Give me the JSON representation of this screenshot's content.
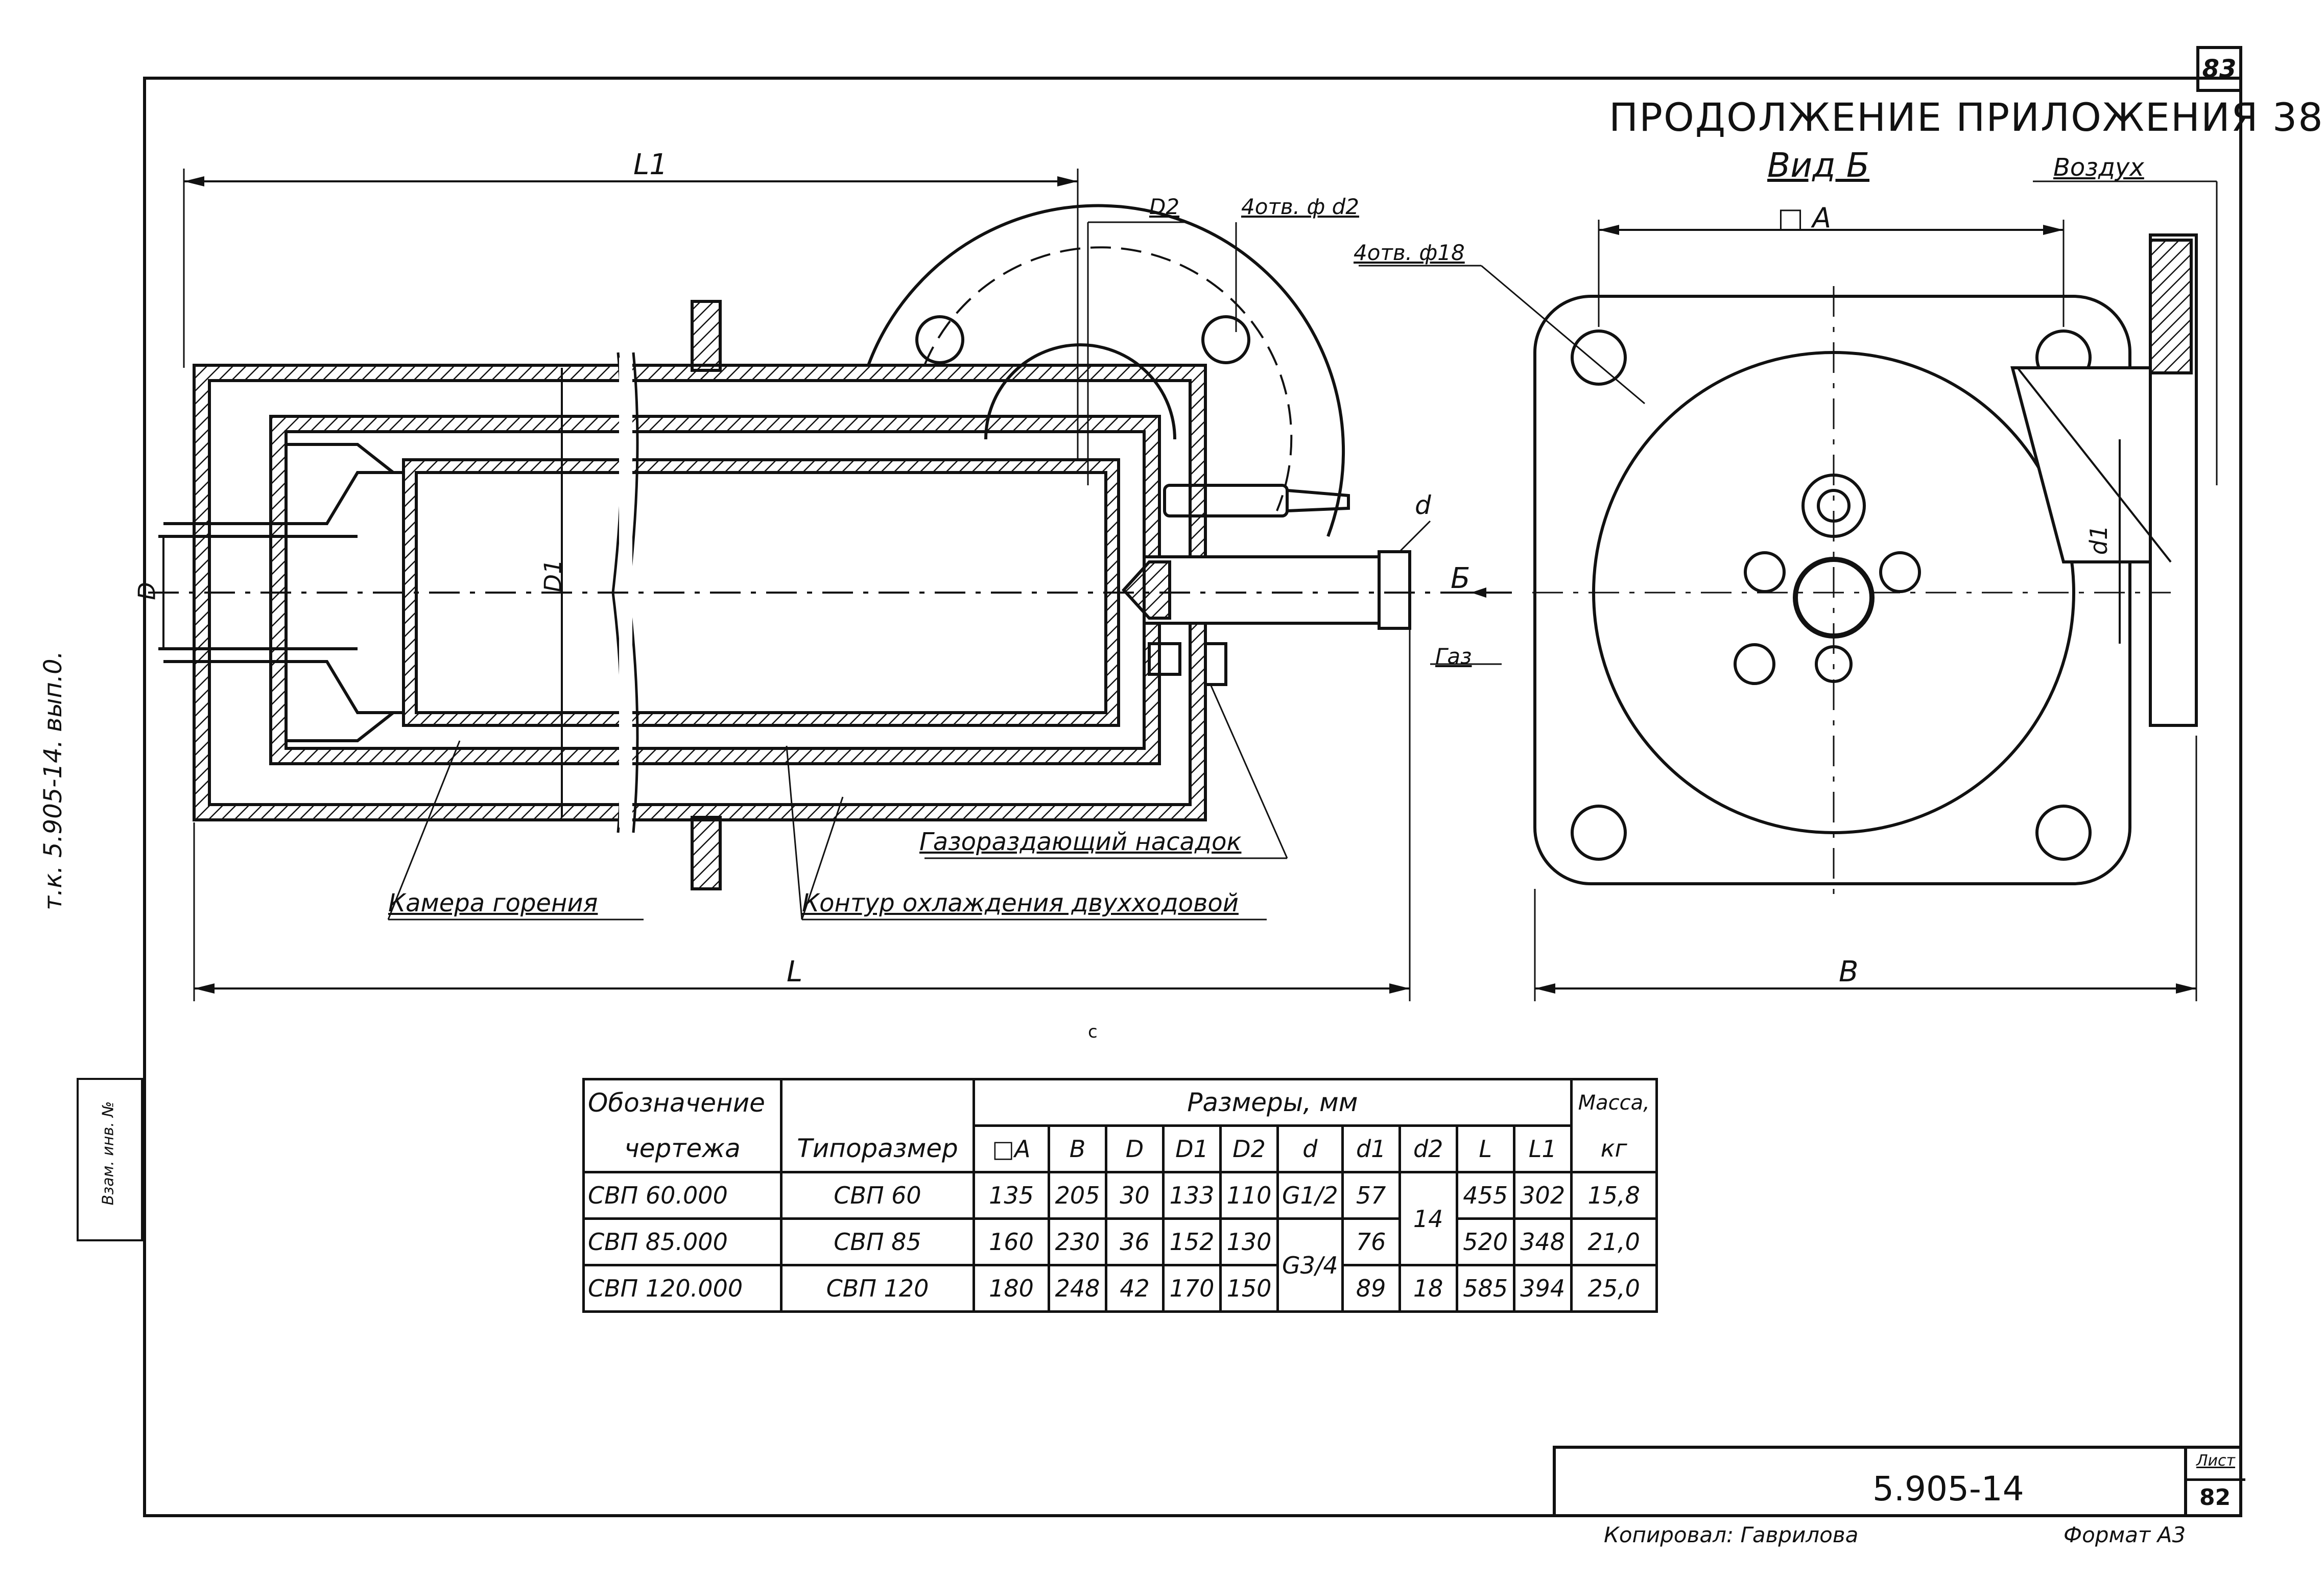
{
  "page_number": "83",
  "heading": "ПРОДОЛЖЕНИЕ ПРИЛОЖЕНИЯ 38",
  "view_title": "Вид Б",
  "labels": {
    "air": "Воздух",
    "holes_d2": "4отв. ф d2",
    "holes_18": "4отв. ф18",
    "d2_dim": "D2",
    "l1_dim": "L1",
    "l_dim": "L",
    "d_dim": "D",
    "d1_dim": "D1",
    "small_d": "d",
    "small_d1": "d1",
    "b_arrow": "Б",
    "gas": "Газ",
    "a_dim": "□ A",
    "b_dim": "B",
    "gas_nozzle": "Газораздающий насадок",
    "combustion_chamber": "Камера горения",
    "cooling_loop": "Контур охлаждения двухходовой",
    "c_mark": "с"
  },
  "side_text": {
    "doc_ref": "т.к. 5.905-14. вып.0.",
    "stamp": "Взам. инв. №"
  },
  "table": {
    "header": {
      "designation_top": "Обозначение",
      "designation_bottom": "чертежа",
      "type_size": "Типоразмер",
      "dimensions": "Размеры, мм",
      "mass_top": "Масса,",
      "mass_unit": "кг",
      "cols": [
        "□A",
        "B",
        "D",
        "D1",
        "D2",
        "d",
        "d1",
        "d2",
        "L",
        "L1"
      ]
    },
    "rows": [
      {
        "designation": "СВП 60.000",
        "type": "СВП 60",
        "A": "135",
        "B": "205",
        "D": "30",
        "D1": "133",
        "D2": "110",
        "d": "G1/2",
        "d1": "57",
        "d2": "14",
        "L": "455",
        "L1": "302",
        "mass": "15,8"
      },
      {
        "designation": "СВП 85.000",
        "type": "СВП 85",
        "A": "160",
        "B": "230",
        "D": "36",
        "D1": "152",
        "D2": "130",
        "d": "G3/4",
        "d1": "76",
        "d2": "",
        "L": "520",
        "L1": "348",
        "mass": "21,0"
      },
      {
        "designation": "СВП 120.000",
        "type": "СВП 120",
        "A": "180",
        "B": "248",
        "D": "42",
        "D1": "170",
        "D2": "150",
        "d": "",
        "d1": "89",
        "d2": "18",
        "L": "585",
        "L1": "394",
        "mass": "25,0"
      }
    ]
  },
  "title_block": {
    "code": "5.905-14",
    "sheet_label": "Лист",
    "sheet": "82"
  },
  "footer": {
    "copied": "Копировал: Гаврилова",
    "format": "Формат А3"
  }
}
